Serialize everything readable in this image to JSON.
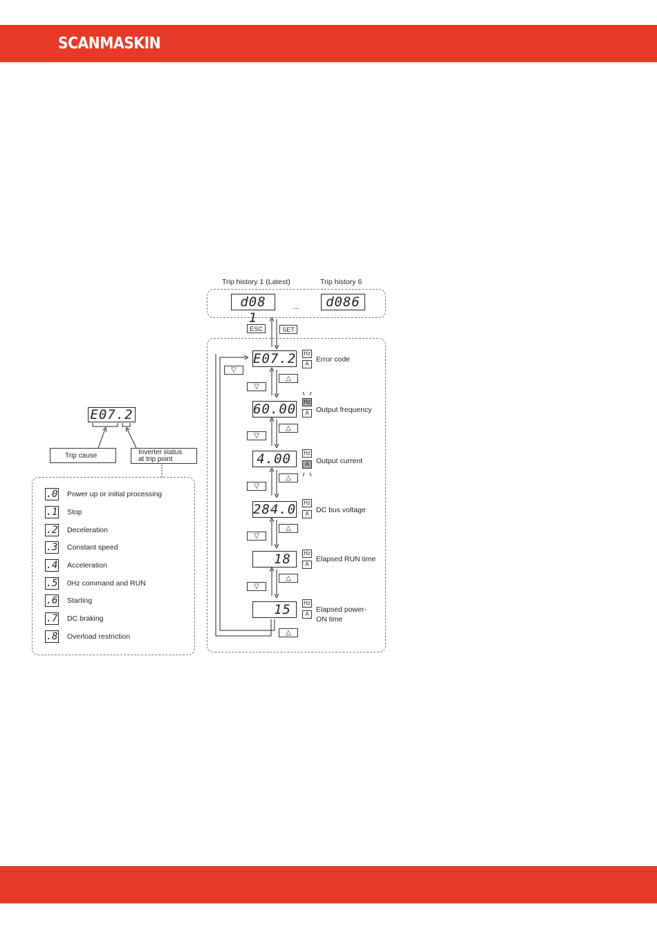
{
  "header": {
    "brand": "SCANMASKIN",
    "band_color": "#e63a29"
  },
  "trip_history": {
    "latest_label": "Trip history 1 (Latest)",
    "oldest_label": "Trip history 6",
    "latest_code": "d08 1",
    "oldest_code": "d086",
    "ellipsis": "..."
  },
  "keys": {
    "esc": "ESC",
    "set": "SET"
  },
  "units": {
    "hz": "Hz",
    "a": "A"
  },
  "arrows": {
    "down": "▽",
    "up": "△"
  },
  "monitor": [
    {
      "value": "E07.2",
      "label": "Error code"
    },
    {
      "value": "60.00",
      "label": "Output frequency"
    },
    {
      "value": "4.00",
      "label": "Output current"
    },
    {
      "value": "284.0",
      "label": "DC bus voltage"
    },
    {
      "value": "18",
      "label": "Elapsed RUN time"
    },
    {
      "value": "15",
      "label": "Elapsed power-",
      "label2": "ON time"
    }
  ],
  "error_breakdown": {
    "code": "E07.2",
    "trip_cause": "Trip cause",
    "inverter_status_1": "Inverter status",
    "inverter_status_2": "at trip point"
  },
  "status_codes": [
    {
      "code": ".0",
      "label": "Power up or initial processing"
    },
    {
      "code": ".1",
      "label": "Stop"
    },
    {
      "code": ".2",
      "label": "Deceleration"
    },
    {
      "code": ".3",
      "label": "Constant speed"
    },
    {
      "code": ".4",
      "label": "Acceleration"
    },
    {
      "code": ".5",
      "label": "0Hz command and RUN"
    },
    {
      "code": ".6",
      "label": "Starting"
    },
    {
      "code": ".7",
      "label": "DC braking"
    },
    {
      "code": ".8",
      "label": "Overload restriction"
    }
  ]
}
